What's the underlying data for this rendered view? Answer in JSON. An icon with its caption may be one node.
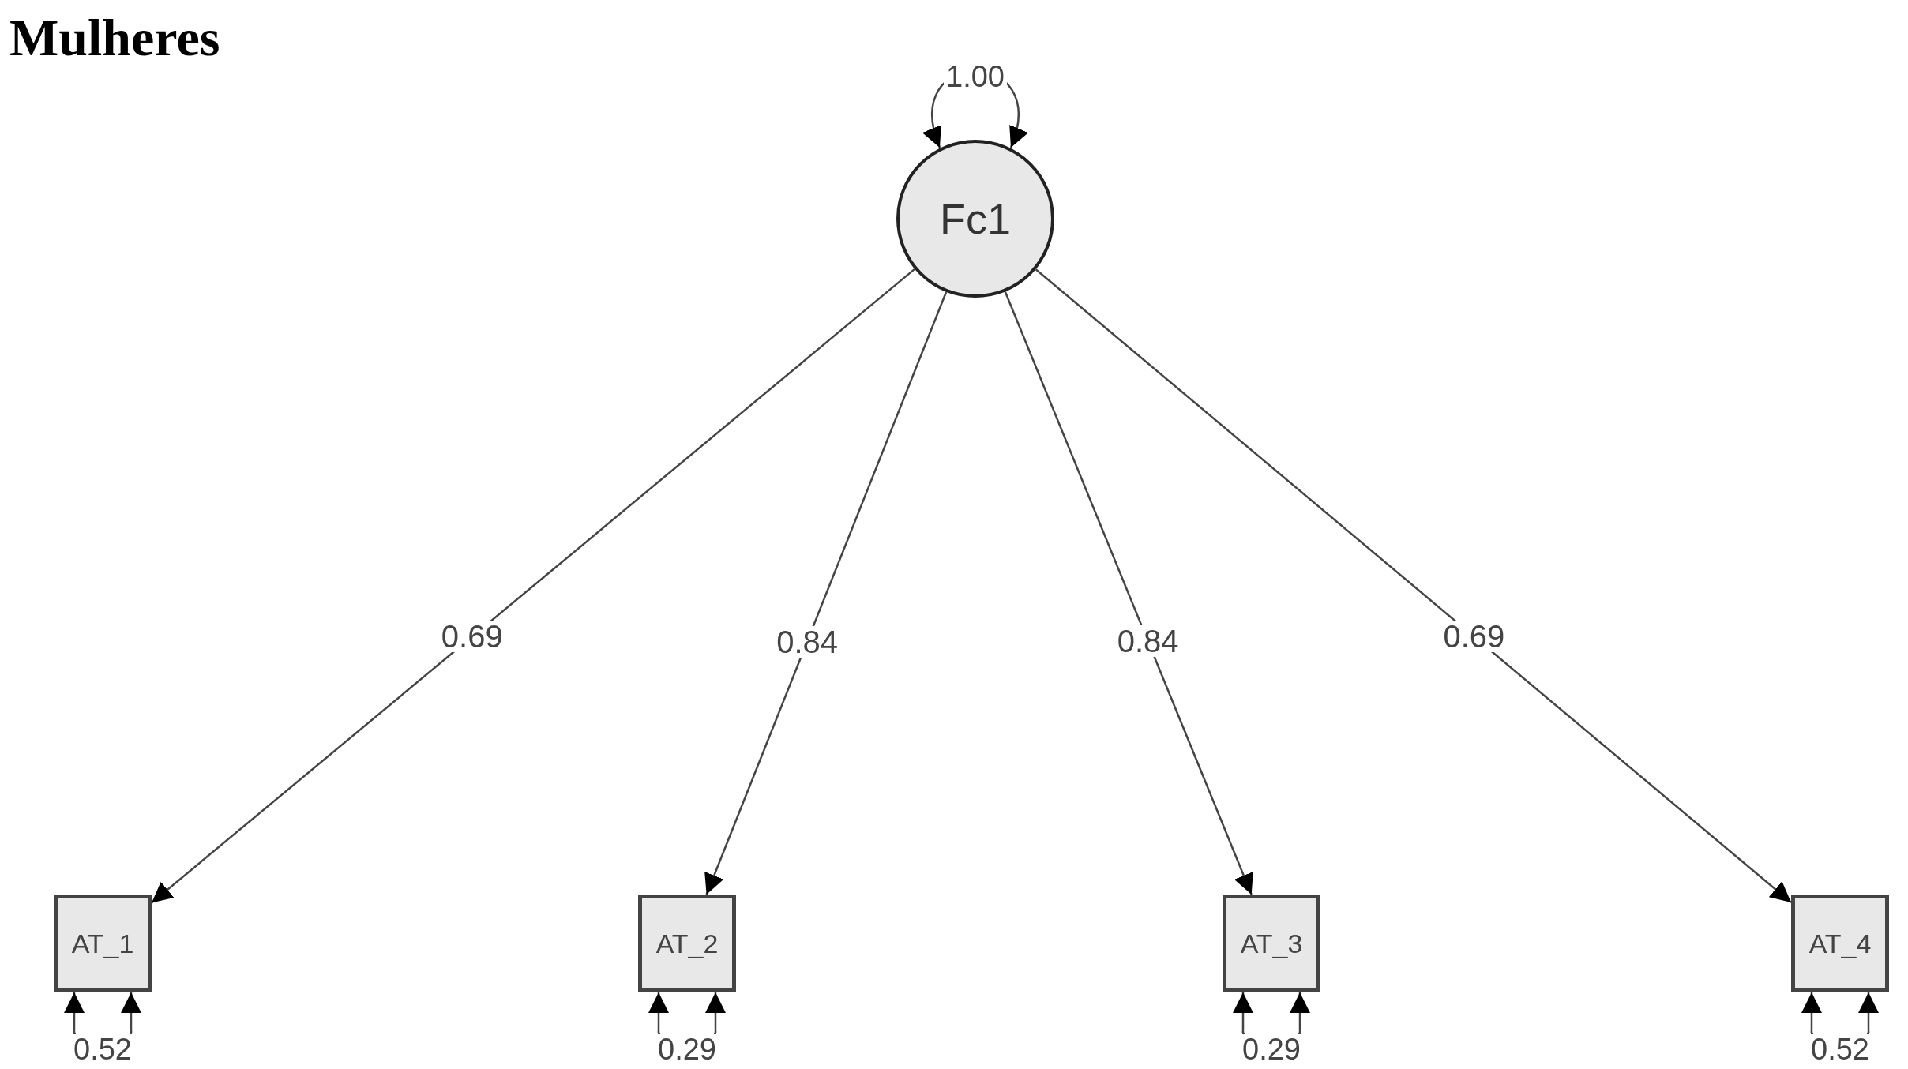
{
  "diagram": {
    "title": "Mulheres",
    "nodes": [
      {
        "text": [
          "Fc1"
        ]
      },
      {
        "text": [
          "AT_1"
        ]
      },
      {
        "text": [
          "AT_2"
        ]
      },
      {
        "text": [
          "AT_3"
        ]
      },
      {
        "text": [
          "AT_4"
        ]
      }
    ],
    "edges": [
      {
        "from": 0,
        "to": 0,
        "arrow": "both",
        "label": "1.00"
      },
      {
        "from": 0,
        "to": 1,
        "arrow": "to",
        "label": "0.69"
      },
      {
        "from": 0,
        "to": 2,
        "arrow": "to",
        "label": "0.84"
      },
      {
        "from": 0,
        "to": 3,
        "arrow": "to",
        "label": "0.84"
      },
      {
        "from": 0,
        "to": 4,
        "arrow": "to",
        "label": "0.69"
      },
      {
        "from": 1,
        "to": 1,
        "arrow": "both",
        "label": "0.52"
      },
      {
        "from": 2,
        "to": 2,
        "arrow": "both",
        "label": "0.29"
      },
      {
        "from": 3,
        "to": 3,
        "arrow": "both",
        "label": "0.29"
      },
      {
        "from": 4,
        "to": 4,
        "arrow": "both",
        "label": "0.52"
      }
    ]
  }
}
